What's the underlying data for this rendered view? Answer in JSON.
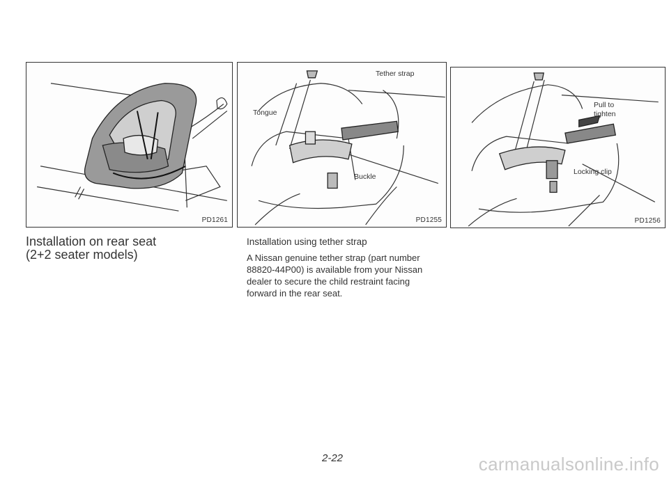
{
  "figures": [
    {
      "code": "PD1261",
      "labels": []
    },
    {
      "code": "PD1255",
      "labels": [
        "Tether strap",
        "Tongue",
        "Buckle"
      ]
    },
    {
      "code": "PD1256",
      "labels": [
        "Pull to",
        "tighten",
        "Locking clip"
      ]
    }
  ],
  "section": {
    "heading_line1": "Installation on rear seat",
    "heading_line2": "(2+2 seater models)"
  },
  "tether": {
    "subheading": "Installation using tether strap",
    "body_lines": [
      "A Nissan genuine tether strap (part number",
      "88820-44P00) is available from your Nissan",
      "dealer to secure the child restraint facing",
      "forward in the rear seat."
    ]
  },
  "page_number": "2-22",
  "watermark": "carmanualsonline.info"
}
